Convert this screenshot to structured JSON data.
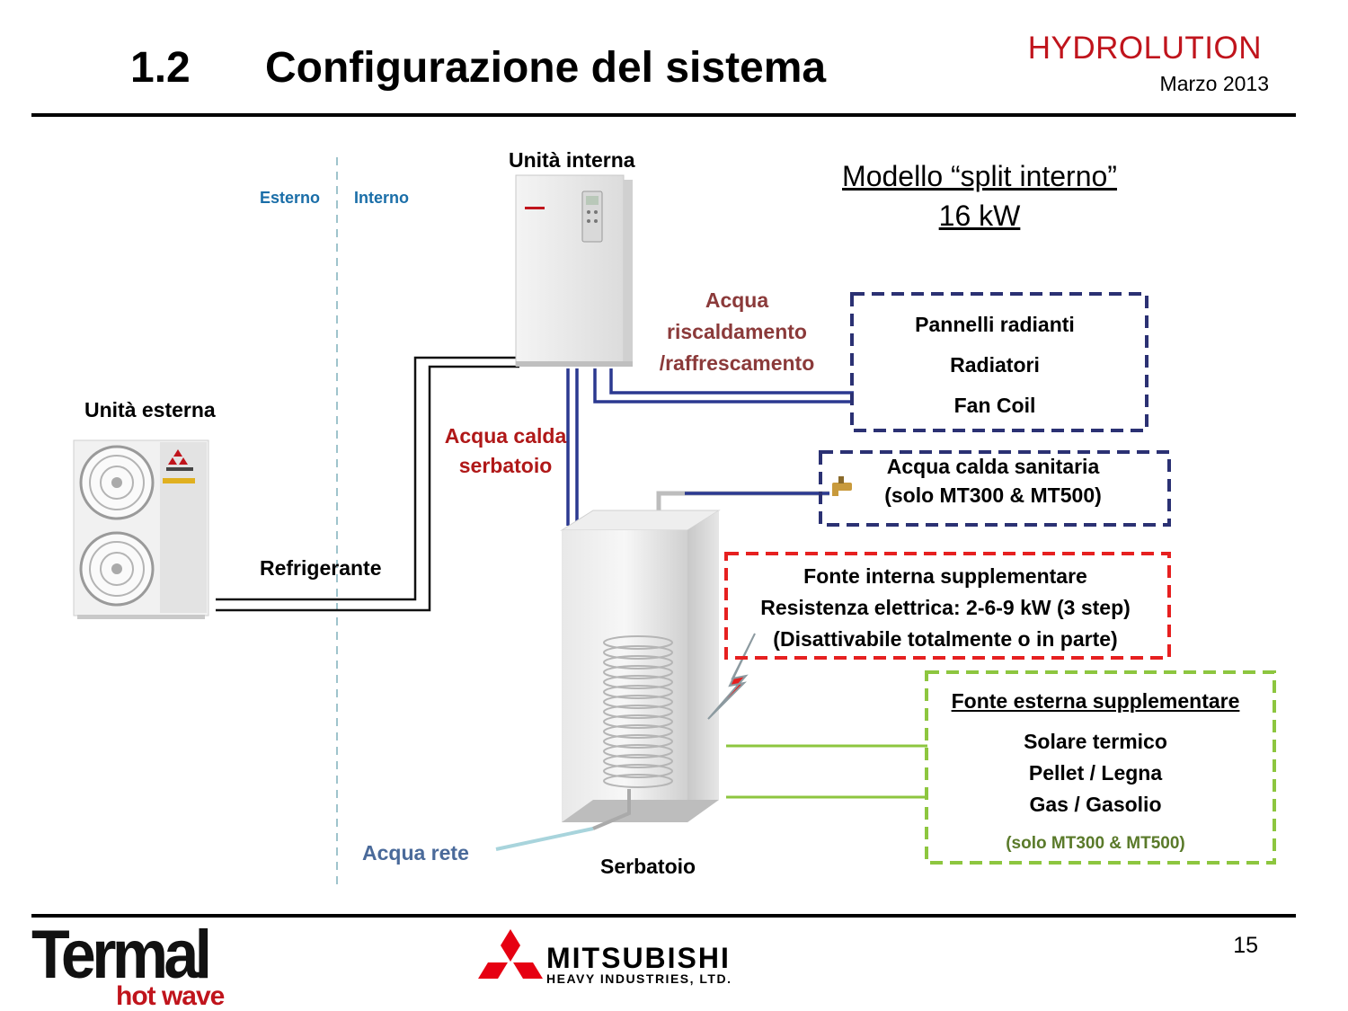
{
  "header": {
    "number": "1.2",
    "title": "Configurazione del sistema",
    "brand": "HYDROLUTION",
    "date": "Marzo 2013"
  },
  "zones": {
    "outside": "Esterno",
    "inside": "Interno"
  },
  "units": {
    "indoor_label": "Unità interna",
    "outdoor_label": "Unità esterna",
    "tank_label": "Serbatoio"
  },
  "model": {
    "line1": "Modello “split interno”",
    "line2": "16 kW"
  },
  "flows": {
    "heating_line1": "Acqua",
    "heating_line2": "riscaldamento",
    "heating_line3": "/raffrescamento",
    "hot_tank_line1": "Acqua calda",
    "hot_tank_line2": "serbatoio",
    "refrigerant": "Refrigerante",
    "mains_water": "Acqua rete"
  },
  "emitters": {
    "items": [
      "Pannelli radianti",
      "Radiatori",
      "Fan Coil"
    ]
  },
  "dhw": {
    "line1": "Acqua calda sanitaria",
    "line2": "(solo MT300 & MT500)"
  },
  "internal_source": {
    "line1": "Fonte interna supplementare",
    "line2": "Resistenza elettrica: 2-6-9 kW (3 step)",
    "line3": "(Disattivabile totalmente o in parte)"
  },
  "external_source": {
    "title": "Fonte esterna supplementare",
    "items": [
      "Solare termico",
      "Pellet / Legna",
      "Gas / Gasolio"
    ],
    "note": "(solo MT300 & MT500)"
  },
  "footer": {
    "page_number": "15",
    "logo_left_main": "Termal",
    "logo_left_sub": "hot wave",
    "logo_right_main": "MITSUBISHI",
    "logo_right_sub": "HEAVY INDUSTRIES, LTD."
  },
  "colors": {
    "brand_red": "#c0141c",
    "pipe_blue": "#2b3990",
    "emitter_box": "#2b3173",
    "internal_box": "#e62020",
    "external_box": "#8dc63f",
    "heating_text": "#8b3a3a",
    "hot_text": "#b01818",
    "mains_text": "#4a6a9a",
    "note_text": "#5a7a2a"
  }
}
